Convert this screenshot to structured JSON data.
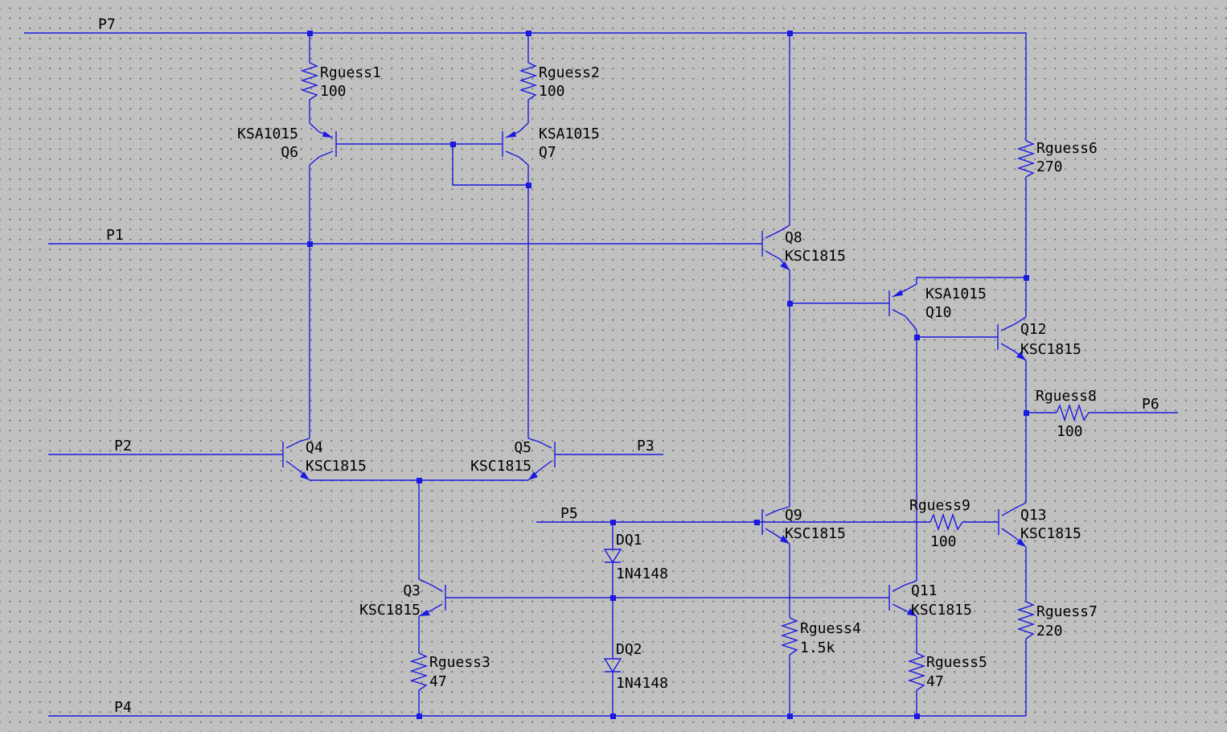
{
  "ports": {
    "P1": "P1",
    "P2": "P2",
    "P3": "P3",
    "P4": "P4",
    "P5": "P5",
    "P6": "P6",
    "P7": "P7"
  },
  "transistors": {
    "Q3": {
      "name": "Q3",
      "model": "KSC1815"
    },
    "Q4": {
      "name": "Q4",
      "model": "KSC1815"
    },
    "Q5": {
      "name": "Q5",
      "model": "KSC1815"
    },
    "Q6": {
      "name": "Q6",
      "model": "KSA1015"
    },
    "Q7": {
      "name": "Q7",
      "model": "KSA1015"
    },
    "Q8": {
      "name": "Q8",
      "model": "KSC1815"
    },
    "Q9": {
      "name": "Q9",
      "model": "KSC1815"
    },
    "Q10": {
      "name": "Q10",
      "model": "KSA1015"
    },
    "Q11": {
      "name": "Q11",
      "model": "KSC1815"
    },
    "Q12": {
      "name": "Q12",
      "model": "KSC1815"
    },
    "Q13": {
      "name": "Q13",
      "model": "KSC1815"
    }
  },
  "resistors": {
    "Rguess1": {
      "name": "Rguess1",
      "value": "100"
    },
    "Rguess2": {
      "name": "Rguess2",
      "value": "100"
    },
    "Rguess3": {
      "name": "Rguess3",
      "value": "47"
    },
    "Rguess4": {
      "name": "Rguess4",
      "value": "1.5k"
    },
    "Rguess5": {
      "name": "Rguess5",
      "value": "47"
    },
    "Rguess6": {
      "name": "Rguess6",
      "value": "270"
    },
    "Rguess7": {
      "name": "Rguess7",
      "value": "220"
    },
    "Rguess8": {
      "name": "Rguess8",
      "value": "100"
    },
    "Rguess9": {
      "name": "Rguess9",
      "value": "100"
    }
  },
  "diodes": {
    "DQ1": {
      "name": "DQ1",
      "model": "1N4148"
    },
    "DQ2": {
      "name": "DQ2",
      "model": "1N4148"
    }
  },
  "colors": {
    "wire": "#1a1ae0",
    "background": "#c0c0c0",
    "text": "#000000"
  }
}
